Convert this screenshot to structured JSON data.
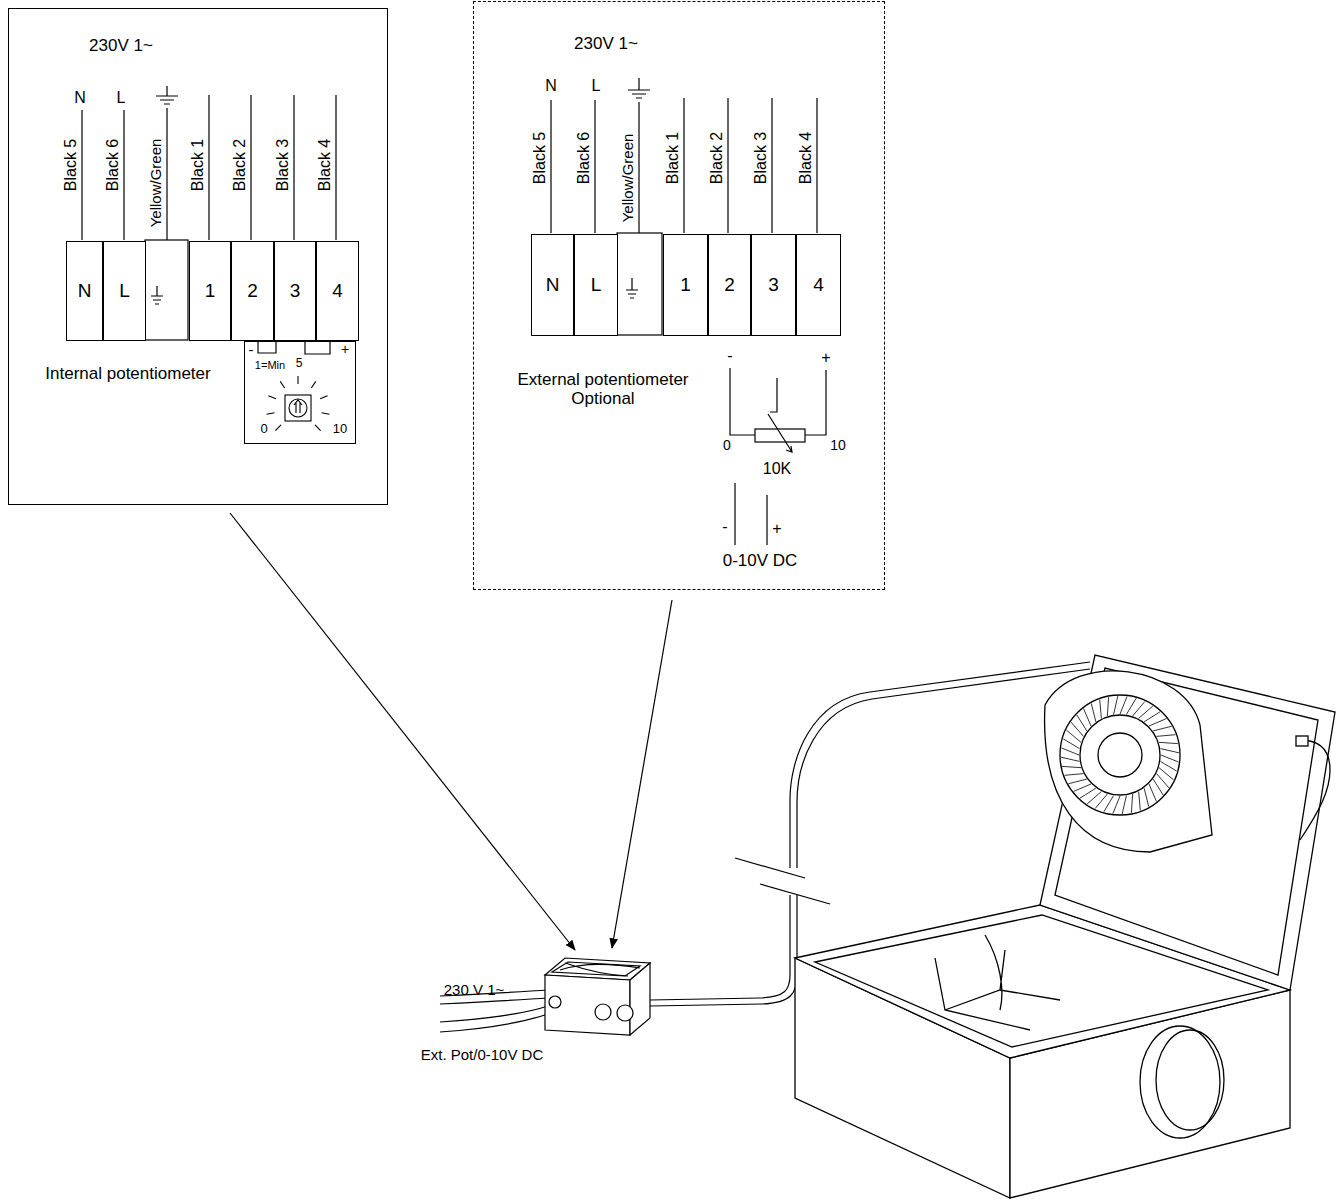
{
  "diagram": {
    "nodes": [
      {
        "text": [
          "230V 1~"
        ]
      },
      {
        "text": [
          "N"
        ],
        "in": 0
      },
      {
        "text": [
          "L"
        ],
        "in": 0
      },
      {
        "text": [
          "1"
        ],
        "in": 0
      },
      {
        "text": [
          "2"
        ],
        "in": 0
      },
      {
        "text": [
          "3"
        ],
        "in": 0
      },
      {
        "text": [
          "4"
        ],
        "in": 0
      },
      {
        "text": [
          "1=Min",
          "5",
          "0",
          "10"
        ],
        "in": 0
      },
      {
        "text": [
          "230V 1~"
        ]
      },
      {
        "text": [
          "N"
        ],
        "in": 8
      },
      {
        "text": [
          "L"
        ],
        "in": 8
      },
      {
        "text": [
          "1"
        ],
        "in": 8
      },
      {
        "text": [
          "2"
        ],
        "in": 8
      },
      {
        "text": [
          "3"
        ],
        "in": 8
      },
      {
        "text": [
          "4"
        ],
        "in": 8
      }
    ],
    "labels": [
      "N",
      "L",
      "Black 5",
      "Black 6",
      "Yellow/Green",
      "Black 1",
      "Black 2",
      "Black 3",
      "Black 4",
      "-",
      "+",
      "Internal potentiometer",
      "N",
      "L",
      "Black 5",
      "Black 6",
      "Yellow/Green",
      "Black 1",
      "Black 2",
      "Black 3",
      "Black 4",
      "External potentiometer Optional",
      "-",
      "+",
      "0",
      "10",
      "10K",
      "-",
      "+",
      "0-10V DC",
      "230 V 1~",
      "Ext. Pot/0-10V DC"
    ]
  }
}
